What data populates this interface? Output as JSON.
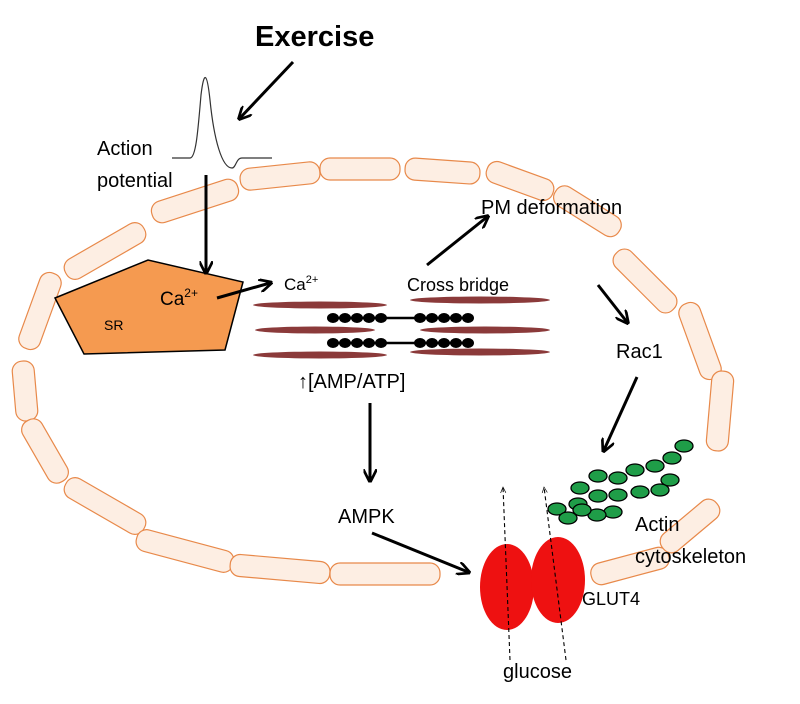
{
  "labels": {
    "exercise": "Exercise",
    "action_line1": "Action",
    "action_line2": "potential",
    "sr": "SR",
    "ca_in": "Ca",
    "ca_in_sup": "2+",
    "ca_out": "Ca",
    "ca_out_sup": "2+",
    "cross_bridge": "Cross bridge",
    "pm_deformation": "PM deformation",
    "amp_atp_arrow": "↑",
    "amp_atp": "[AMP/ATP]",
    "rac1": "Rac1",
    "ampk": "AMPK",
    "actin_line1": "Actin",
    "actin_line2": "cytoskeleton",
    "glut4": "GLUT4",
    "glucose": "glucose"
  },
  "colors": {
    "membrane_fill": "#fdeee3",
    "membrane_stroke": "#e8894a",
    "sr_fill": "#f59a50",
    "filament": "#8b3a3a",
    "glut4": "#ee1111",
    "actin_fill": "#1f9d48",
    "arrow": "#000000"
  }
}
